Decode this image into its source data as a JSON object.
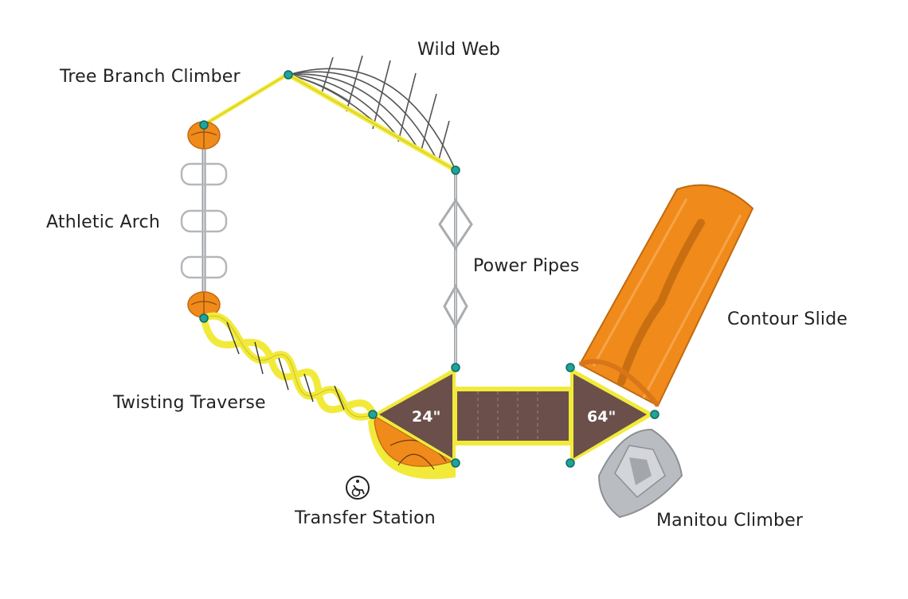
{
  "labels": {
    "tree_branch_climber": "Tree Branch Climber",
    "wild_web": "Wild Web",
    "athletic_arch": "Athletic Arch",
    "power_pipes": "Power Pipes",
    "contour_slide": "Contour Slide",
    "twisting_traverse": "Twisting Traverse",
    "transfer_station": "Transfer Station",
    "manitou_climber": "Manitou Climber"
  },
  "decks": {
    "left_height": "24\"",
    "right_height": "64\""
  },
  "icons": {
    "accessibility": "wheelchair-accessible-icon"
  },
  "colors": {
    "deck": "#6b4f4a",
    "frame_yellow": "#f2ea3a",
    "slide_orange": "#f08a1a",
    "post_teal": "#1fa39a",
    "climber_gray": "#b9bcc0"
  }
}
